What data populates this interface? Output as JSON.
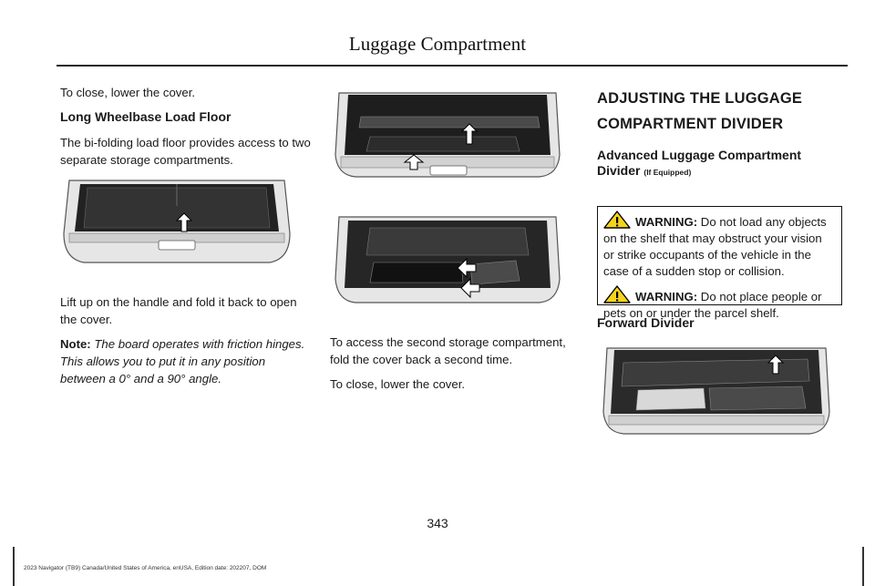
{
  "header": {
    "title": "Luggage Compartment"
  },
  "col1": {
    "p1": "To close, lower the cover.",
    "heading": "Long Wheelbase Load Floor",
    "p2": "The bi-folding load floor provides access to two separate storage compartments.",
    "p3": "Lift up on the handle and fold it back to open the cover.",
    "note_label": "Note:",
    "note_text": " The board operates with friction hinges. This allows you to put it in any position between a 0° and a 90° angle."
  },
  "col2": {
    "p1": "To access the second storage compartment, fold the cover back a second time.",
    "p2": "To close, lower the cover."
  },
  "col3": {
    "heading1": "ADJUSTING THE LUGGAGE",
    "heading2": "COMPARTMENT DIVIDER",
    "sub_heading": "Advanced Luggage Compartment Divider",
    "sub_heading_small": "(If Equipped)",
    "warning1_label": "WARNING:",
    "warning1_text": " Do not load any objects on the shelf that may obstruct your vision or strike occupants of the vehicle in the case of a sudden stop or collision.",
    "warning2_label": "WARNING:",
    "warning2_text": " Do not place people or pets on or under the parcel shelf.",
    "forward_label": "Forward Divider"
  },
  "footer": {
    "page_number": "343",
    "edition": "2023 Navigator (TB9) Canada/United States of America, enUSA, Edition date: 202207, DOM"
  },
  "colors": {
    "text": "#1a1a1a",
    "figure_bg": "#f2f2f2",
    "figure_line": "#555555"
  }
}
